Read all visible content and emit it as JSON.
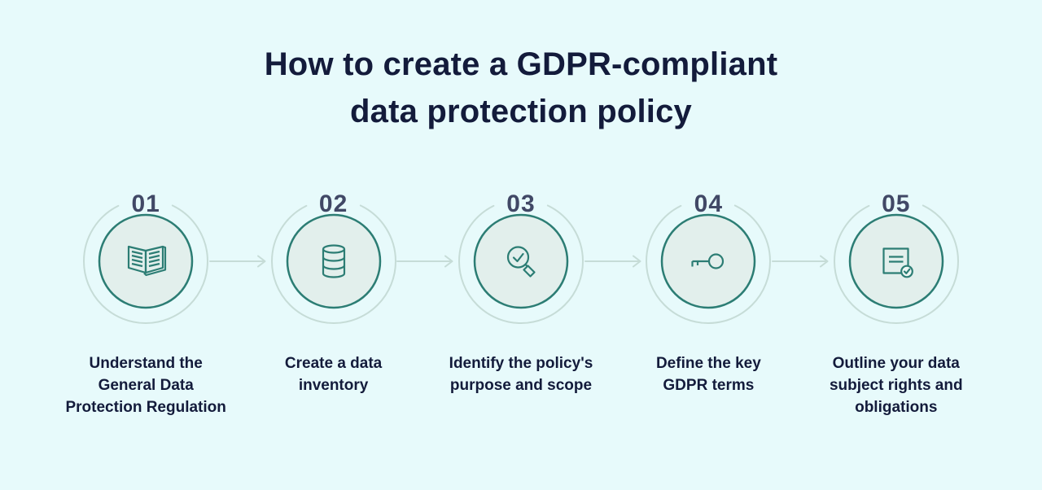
{
  "colors": {
    "background": "#e7fafb",
    "title_text": "#131b3b",
    "step_number": "#414866",
    "icon_stroke": "#2c7d74",
    "disc_fill": "#e2efec",
    "ring_and_arrow": "#c6dcd7"
  },
  "title": {
    "line1": "How to create a GDPR-compliant",
    "line2": "data protection policy"
  },
  "steps": [
    {
      "number": "01",
      "icon": "open-book-icon",
      "label_lines": [
        "Understand the",
        "General Data",
        "Protection Regulation"
      ]
    },
    {
      "number": "02",
      "icon": "database-icon",
      "label_lines": [
        "Create a data",
        "inventory"
      ]
    },
    {
      "number": "03",
      "icon": "magnifier-check-icon",
      "label_lines": [
        "Identify the policy's",
        "purpose and scope"
      ]
    },
    {
      "number": "04",
      "icon": "key-icon",
      "label_lines": [
        "Define the key",
        "GDPR terms"
      ]
    },
    {
      "number": "05",
      "icon": "document-check-icon",
      "label_lines": [
        "Outline your data",
        "subject rights and",
        "obligations"
      ]
    }
  ]
}
